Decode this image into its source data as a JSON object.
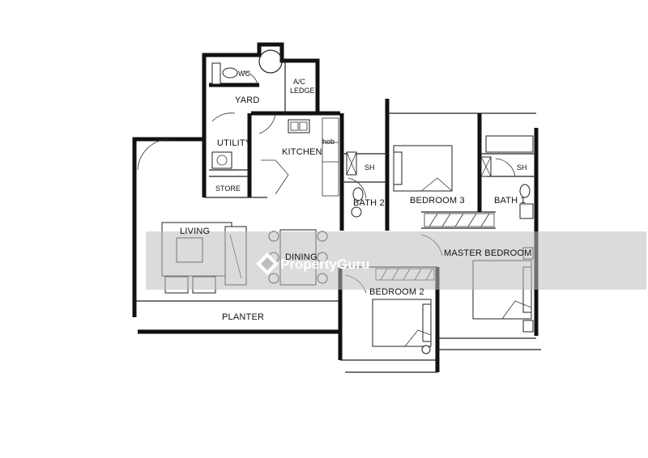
{
  "rooms": {
    "wc": "WC",
    "yard": "YARD",
    "ac_ledge_1": "A/C",
    "ac_ledge_2": "LEDGE",
    "utility": "UTILITY",
    "store": "STORE",
    "kitchen": "KITCHEN",
    "hob": "hob",
    "sh_1": "SH",
    "bath_2": "BATH 2",
    "bedroom_3": "BEDROOM 3",
    "sh_2": "SH",
    "bath_1": "BATH 1",
    "living": "LIVING",
    "dining": "DINING",
    "master_bedroom": "MASTER BEDROOM",
    "bedroom_2": "BEDROOM 2",
    "planter": "PLANTER"
  },
  "watermark": {
    "brand": "PropertyGuru"
  },
  "colors": {
    "wall": "#111111",
    "watermark_band": "#bdbdbd",
    "watermark_text": "#ffffff"
  }
}
